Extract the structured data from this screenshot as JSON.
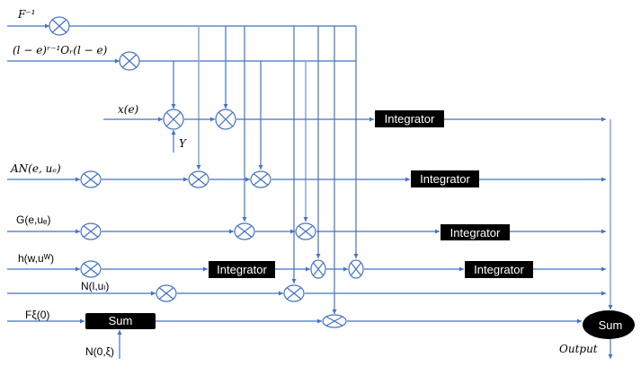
{
  "diagram": {
    "inputs": {
      "f_inverse": "F⁻¹",
      "l_minus_e": "(l − e)ʳ⁻¹Oᵣ(l − e)",
      "x_e": "x(e)",
      "y": "Y",
      "an": "AN(e, uₑ)",
      "g": "G(e,uₑ)",
      "h": "h(w,uᵂ)",
      "n_l": "N(l,uₗ)",
      "f_xi": "Fξ(0)",
      "n_0_xi": "N(0,ξ)"
    },
    "blocks": {
      "integrator_label": "Integrator",
      "sum_label": "Sum",
      "final_sum_label": "Sum"
    },
    "output_label": "Output",
    "colors": {
      "wire": "#4472c4",
      "block_fill": "#000000",
      "block_text": "#ffffff"
    }
  }
}
